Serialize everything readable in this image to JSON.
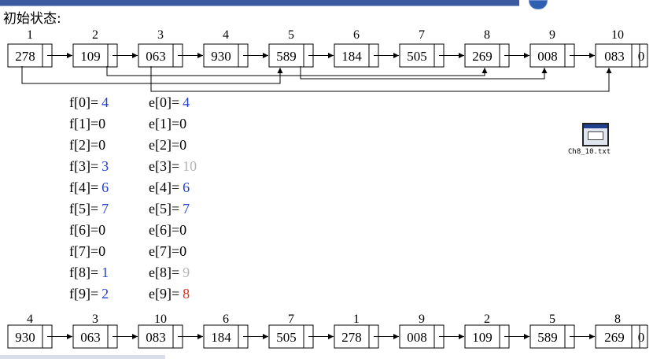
{
  "title": "初始状态:",
  "initial_list": {
    "indices": [
      "1",
      "2",
      "3",
      "4",
      "5",
      "6",
      "7",
      "8",
      "9",
      "10"
    ],
    "values": [
      "278",
      "109",
      "063",
      "930",
      "589",
      "184",
      "505",
      "269",
      "008",
      "083"
    ],
    "terminator": "0"
  },
  "fe_table": {
    "rows": [
      {
        "f_label": "f[0]=",
        "f_val": "4",
        "f_color": "#1f3fd0",
        "e_label": "e[0]=",
        "e_val": "4",
        "e_color": "#1f3fd0"
      },
      {
        "f_label": "f[1]=0",
        "f_val": "",
        "f_color": "#000000",
        "e_label": "e[1]=0",
        "e_val": "",
        "e_color": "#000000"
      },
      {
        "f_label": "f[2]=0",
        "f_val": "",
        "f_color": "#000000",
        "e_label": "e[2]=0",
        "e_val": "",
        "e_color": "#000000"
      },
      {
        "f_label": "f[3]=",
        "f_val": "3",
        "f_color": "#1f3fd0",
        "e_label": "e[3]=",
        "e_val": "10",
        "e_color": "#b4b4b4"
      },
      {
        "f_label": "f[4]=",
        "f_val": "6",
        "f_color": "#1f3fd0",
        "e_label": "e[4]=",
        "e_val": "6",
        "e_color": "#1f3fd0"
      },
      {
        "f_label": "f[5]=",
        "f_val": "7",
        "f_color": "#1f3fd0",
        "e_label": "e[5]=",
        "e_val": "7",
        "e_color": "#1f3fd0"
      },
      {
        "f_label": "f[6]=0",
        "f_val": "",
        "f_color": "#000000",
        "e_label": "e[6]=0",
        "e_val": "",
        "e_color": "#000000"
      },
      {
        "f_label": "f[7]=0",
        "f_val": "",
        "f_color": "#000000",
        "e_label": "e[7]=0",
        "e_val": "",
        "e_color": "#000000"
      },
      {
        "f_label": "f[8]=",
        "f_val": "1",
        "f_color": "#1f3fd0",
        "e_label": "e[8]=",
        "e_val": "9",
        "e_color": "#b4b4b4"
      },
      {
        "f_label": "f[9]=",
        "f_val": "2",
        "f_color": "#1f3fd0",
        "e_label": "e[9]=",
        "e_val": "8",
        "e_color": "#e0301e"
      }
    ]
  },
  "file": {
    "label": "Ch8_10.txt",
    "icon": "file-icon"
  },
  "result_list": {
    "indices": [
      "4",
      "3",
      "10",
      "6",
      "7",
      "1",
      "9",
      "2",
      "5",
      "8"
    ],
    "values": [
      "930",
      "063",
      "083",
      "184",
      "505",
      "278",
      "008",
      "109",
      "589",
      "269"
    ],
    "terminator": "0"
  }
}
